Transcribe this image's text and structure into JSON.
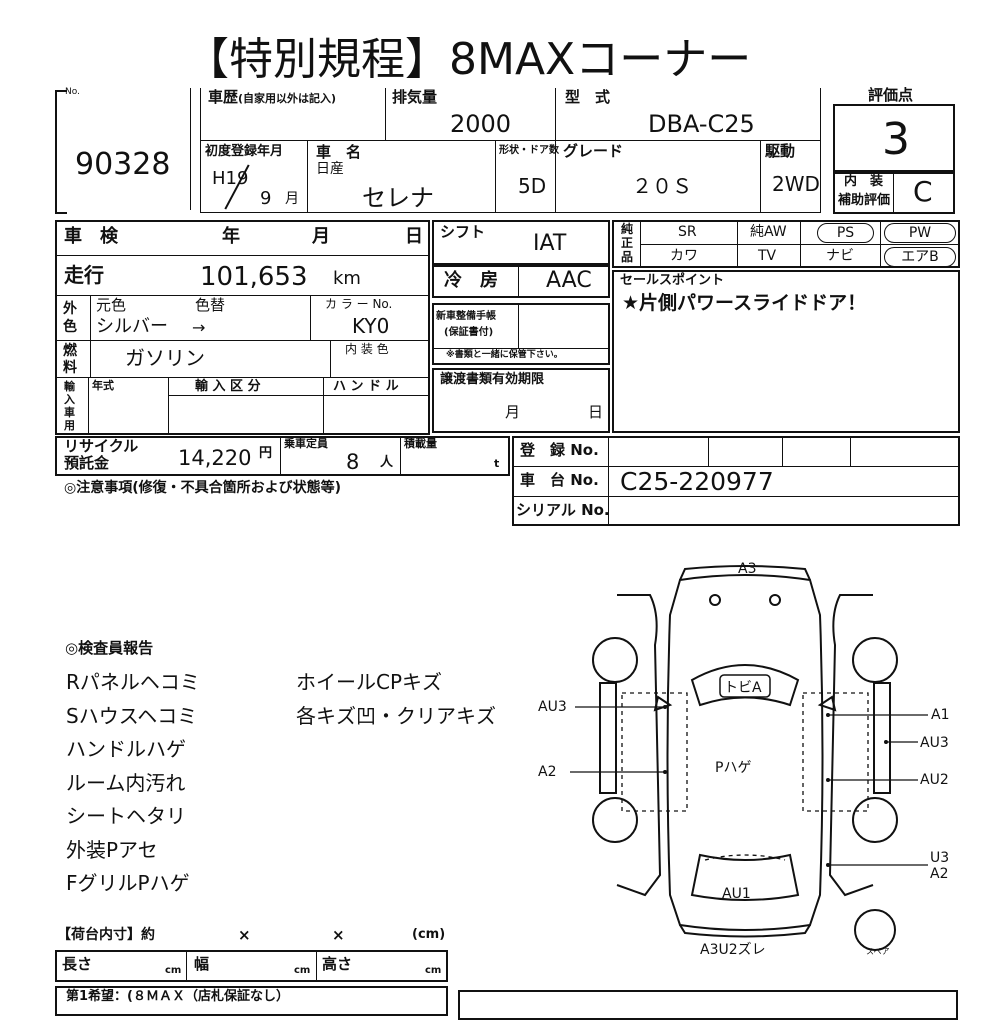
{
  "title": "【特別規程】8MAXコーナー",
  "lot": {
    "label": "No.",
    "value": "90328"
  },
  "history": {
    "label": "車歴",
    "note": "(自家用以外は記入)"
  },
  "displacement": {
    "label": "排気量",
    "value": "2000"
  },
  "model": {
    "label": "型　式",
    "value": "DBA-C25"
  },
  "score": {
    "label": "評価点",
    "value": "3"
  },
  "first_reg": {
    "label": "初度登録年月",
    "era_year": "H19",
    "month": "9",
    "month_unit": "月"
  },
  "car_name": {
    "label": "車　名",
    "maker": "日産",
    "value": "セレナ"
  },
  "doors": {
    "label": "形状・ドア数",
    "value": "5D"
  },
  "grade": {
    "label": "グレード",
    "value": "２０Ｓ"
  },
  "drive": {
    "label": "駆動",
    "value": "2WD"
  },
  "interior": {
    "label1": "内　装",
    "label2": "補助評価",
    "value": "C"
  },
  "shaken": {
    "label": "車　検",
    "year": "年",
    "month": "月",
    "day": "日"
  },
  "shift": {
    "label": "シフト",
    "value": "IAT"
  },
  "mileage": {
    "label": "走行",
    "value": "101,653",
    "unit": "km"
  },
  "aircon": {
    "label": "冷　房",
    "value": "AAC"
  },
  "equipment": {
    "label": "純正品",
    "row1": [
      "SR",
      "純AW",
      "PS",
      "PW"
    ],
    "row2": [
      "カワ",
      "TV",
      "ナビ",
      "エアB"
    ]
  },
  "exterior_color": {
    "label": "外色",
    "orig_label": "元色",
    "change_label": "色替",
    "value": "シルバー",
    "arrow": "→"
  },
  "color_no": {
    "label": "カ ラ ー No.",
    "value": "KY0"
  },
  "new_car_docs": {
    "label1": "新車整備手帳",
    "label2": "(保証書付)",
    "note": "※書類と一緒に保管下さい。"
  },
  "sales_point": {
    "label": "セールスポイント",
    "value": "★片側パワースライドドア！"
  },
  "fuel": {
    "label": "燃料",
    "value": "ガソリン",
    "interior_color_label": "内 装 色"
  },
  "import": {
    "label": "輸入車用",
    "year_label": "年式",
    "class_label": "輸 入 区 分",
    "handle_label": "ハ ン ド ル"
  },
  "transfer_docs": {
    "label": "譲渡書類有効期限",
    "month": "月",
    "day": "日"
  },
  "recycle": {
    "label1": "リサイクル",
    "label2": "預託金",
    "value": "14,220",
    "unit": "円"
  },
  "capacity": {
    "label": "乗車定員",
    "value": "8",
    "unit": "人"
  },
  "load": {
    "label": "積載量",
    "unit": "t"
  },
  "registration": {
    "label": "登　録 No."
  },
  "chassis": {
    "label": "車　台 No.",
    "value": "C25-220977"
  },
  "serial": {
    "label": "シリアル No."
  },
  "caution": "◎注意事項(修復・不具合箇所および状態等)",
  "report": {
    "title": "◎検査員報告",
    "col1": [
      "Rパネルヘコミ",
      "Sハウスヘコミ",
      "ハンドルハゲ",
      "ルーム内汚れ",
      "シートヘタリ",
      "外装Pアセ",
      "FグリルPハゲ"
    ],
    "col2": [
      "ホイールCPキズ",
      "各キズ凹・クリアキズ"
    ]
  },
  "diagram": {
    "top": "A3",
    "roof": "トビA",
    "center": "Pハゲ",
    "rear": "AU1",
    "bottom": "A3U2ズレ",
    "spare": "スペア",
    "left": [
      "AU3",
      "A2"
    ],
    "right": [
      "A1",
      "AU3",
      "AU2",
      "U3",
      "A2"
    ]
  },
  "cargo": {
    "label": "【荷台内寸】約",
    "x1": "×",
    "x2": "×",
    "unit": "(cm)",
    "length": "長さ",
    "width": "幅",
    "height": "高さ",
    "cm": "cm"
  },
  "footer_note": "第1希望：(８ＭＡＸ（店札保証なし）"
}
